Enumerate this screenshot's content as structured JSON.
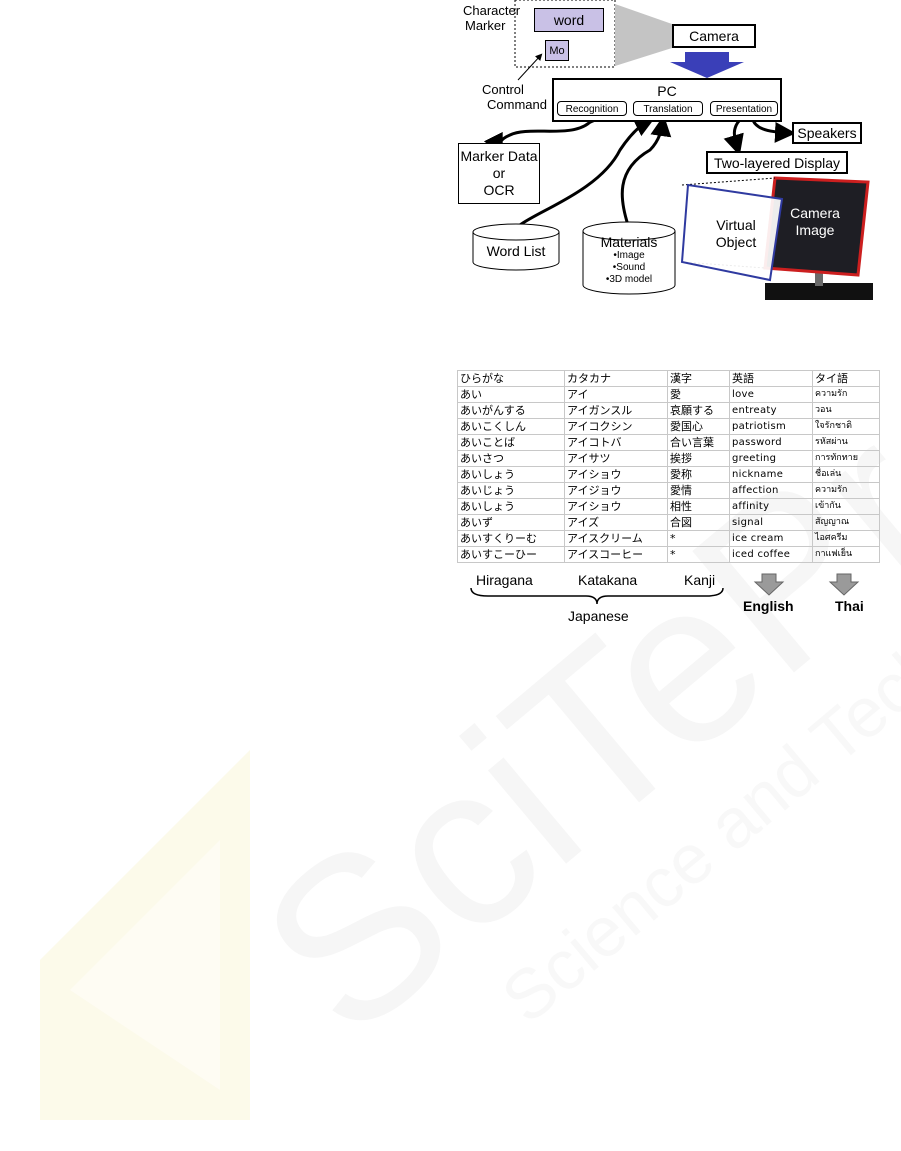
{
  "diagram": {
    "character_marker_label": [
      "Character",
      "Marker"
    ],
    "word_card": "word",
    "mo_card": "Mo",
    "control_command_label": [
      "Control",
      "Command"
    ],
    "camera": "Camera",
    "pc": "PC",
    "modules": [
      "Recognition",
      "Translation",
      "Presentation"
    ],
    "speakers": "Speakers",
    "display": "Two-layered Display",
    "marker_data": [
      "Marker Data",
      "or",
      "OCR"
    ],
    "word_list": "Word List",
    "materials": {
      "title": "Materials",
      "items": [
        "•Image",
        "•Sound",
        "•3D model"
      ]
    },
    "virtual_object": [
      "Virtual",
      "Object"
    ],
    "camera_image": [
      "Camera",
      "Image"
    ],
    "colors": {
      "card_fill": "#c9c1e6",
      "arrow_blue": "#3a3fb8",
      "display_red": "#cc1f1f",
      "display_blue": "#2f3aa0",
      "screen_dark": "#1e1e24"
    }
  },
  "table": {
    "header": [
      "ひらがな",
      "カタカナ",
      "漢字",
      "英語",
      "タイ語"
    ],
    "rows": [
      [
        "あい",
        "アイ",
        "愛",
        "love",
        "ความรัก"
      ],
      [
        "あいがんする",
        "アイガンスル",
        "哀願する",
        "entreaty",
        "วอน"
      ],
      [
        "あいこくしん",
        "アイコクシン",
        "愛国心",
        "patriotism",
        "ใจรักชาติ"
      ],
      [
        "あいことば",
        "アイコトバ",
        "合い言葉",
        "password",
        "รหัสผ่าน"
      ],
      [
        "あいさつ",
        "アイサツ",
        "挨拶",
        "greeting",
        "การทักทาย"
      ],
      [
        "あいしょう",
        "アイショウ",
        "愛称",
        "nickname",
        "ชื่อเล่น"
      ],
      [
        "あいじょう",
        "アイジョウ",
        "愛情",
        "affection",
        "ความรัก"
      ],
      [
        "あいしょう",
        "アイショウ",
        "相性",
        "affinity",
        "เข้ากัน"
      ],
      [
        "あいず",
        "アイズ",
        "合図",
        "signal",
        "สัญญาณ"
      ],
      [
        "あいすくりーむ",
        "アイスクリーム",
        "*",
        "ice cream",
        "ไอศครีม"
      ],
      [
        "あいすこーひー",
        "アイスコーヒー",
        "*",
        "iced coffee",
        "กาแฟเย็น"
      ]
    ],
    "captions": {
      "hiragana": "Hiragana",
      "katakana": "Katakana",
      "kanji": "Kanji",
      "japanese": "Japanese",
      "english": "English",
      "thai": "Thai"
    }
  }
}
